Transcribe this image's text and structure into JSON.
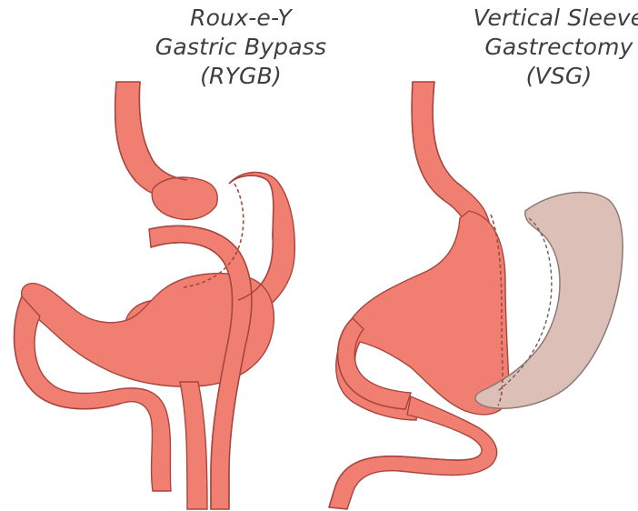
{
  "procedures": [
    {
      "id": "rygb",
      "lines": [
        "Roux-e-Y",
        "Gastric Bypass",
        "(RYGB)"
      ]
    },
    {
      "id": "vsg",
      "lines": [
        "Vertical Sleeve",
        "Gastrectomy",
        "(VSG)"
      ]
    }
  ],
  "colors": {
    "tissue": "#f07f72",
    "tissue_shade": "#e26a5e",
    "tissue_outline": "#a8453d",
    "removed_stomach": "#dcc0b8",
    "removed_outline": "#8c7a74",
    "staple_line": "#9e4a42",
    "caption_text": "#3e3e3e"
  }
}
